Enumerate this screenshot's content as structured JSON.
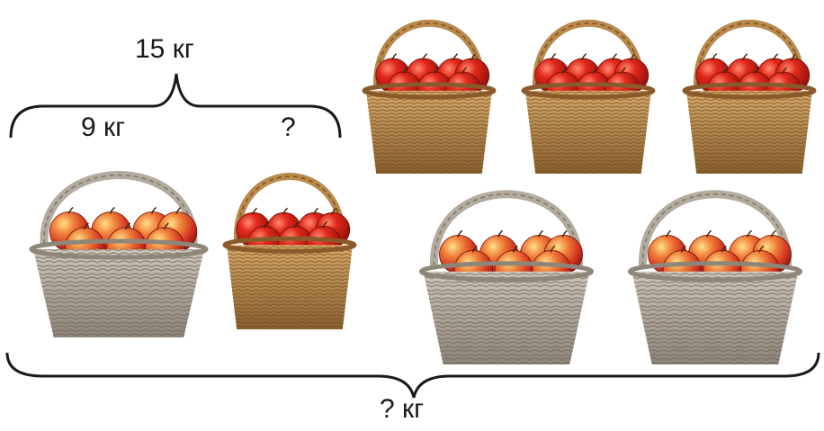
{
  "labels": {
    "top_total": "15 кг",
    "big_basket_weight": "9 кг",
    "small_basket_weight": "?",
    "grand_total": "? кг"
  },
  "baskets": [
    {
      "size": "large",
      "apples": "yellow-red",
      "group": "left"
    },
    {
      "size": "small",
      "apples": "red",
      "group": "left"
    },
    {
      "size": "small",
      "apples": "red",
      "group": "right"
    },
    {
      "size": "small",
      "apples": "red",
      "group": "right"
    },
    {
      "size": "small",
      "apples": "red",
      "group": "right"
    },
    {
      "size": "large",
      "apples": "yellow-red",
      "group": "right"
    },
    {
      "size": "large",
      "apples": "yellow-red",
      "group": "right"
    }
  ],
  "colors": {
    "text": "#1a1a1a",
    "brace": "#1a1a1a",
    "wicker_small": "#b8874a",
    "wicker_large": "#a39a8c",
    "apple_red": "#d42a1e",
    "apple_yellow_red": "#e0592a"
  }
}
